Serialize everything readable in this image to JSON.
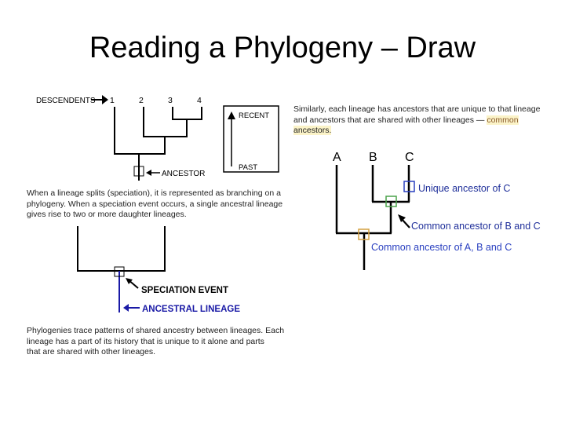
{
  "slide": {
    "title": "Reading a Phylogeny – Draw"
  },
  "tree1": {
    "descendents_label": "DESCENDENTS",
    "tips": [
      "1",
      "2",
      "3",
      "4"
    ],
    "ancestor_label": "ANCESTOR",
    "recent_label": "RECENT",
    "past_label": "PAST"
  },
  "tree2": {
    "speciation_label": "SPECIATION EVENT",
    "lineage_label": "ANCESTRAL LINEAGE"
  },
  "tree3": {
    "tips": [
      "A",
      "B",
      "C"
    ],
    "unique_label": "Unique ancestor of C",
    "common_bc_label": "Common ancestor of B and C",
    "common_abc_label": "Common ancestor of A, B and C"
  },
  "text": {
    "branching_lines": [
      "When a lineage splits (speciation), it is represented as branching on a",
      "phylogeny. When a speciation event occurs, a single ancestral lineage",
      "gives rise to two or more daughter lineages."
    ],
    "shared_lines": [
      "Phylogenies trace patterns of shared ancestry between lineages. Each",
      "lineage has a part of its history that is unique to it alone and parts",
      "that are shared with other lineages."
    ],
    "similarly_line1": "Similarly, each lineage has ancestors that are unique to that lineage",
    "similarly_line2_a": "and ancestors that are shared with other lineages — ",
    "similarly_line2_b": "common",
    "similarly_line3": "ancestors."
  },
  "colors": {
    "lineage_blue": "#1a1aa6",
    "unique_box": "#2a40c0",
    "common_bc_box": "#4aa24a",
    "common_abc_box": "#d4a040",
    "common_abc_text": "#2a40c0"
  }
}
